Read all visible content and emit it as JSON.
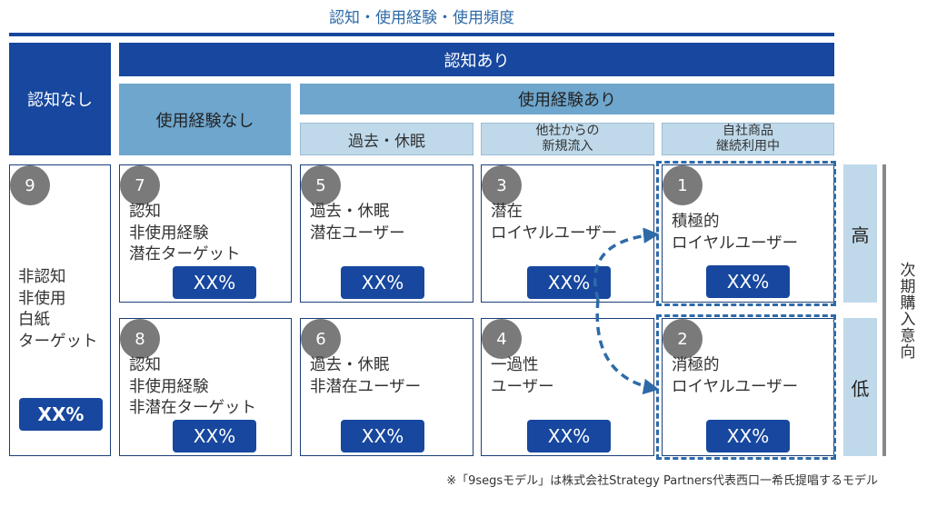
{
  "title": "認知・使用経験・使用頻度",
  "headers": {
    "no_awareness": "認知なし",
    "awareness": "認知あり",
    "no_experience": "使用経験なし",
    "experience": "使用経験あり",
    "past_dormant": "過去・休眠",
    "from_competitor": "他社からの\n新規流入",
    "continuing": "自社商品\n継続利用中"
  },
  "segments": {
    "s9": {
      "num": "9",
      "label": "非認知\n非使用\n白紙\nターゲット",
      "value": "XX%"
    },
    "s7": {
      "num": "7",
      "label": "認知\n非使用経験\n潜在ターゲット",
      "value": "XX%"
    },
    "s5": {
      "num": "5",
      "label": "過去・休眠\n潜在ユーザー",
      "value": "XX%"
    },
    "s3": {
      "num": "3",
      "label": "潜在\nロイヤルユーザー",
      "value": "XX%"
    },
    "s1": {
      "num": "1",
      "label": "積極的\nロイヤルユーザー",
      "value": "XX%"
    },
    "s8": {
      "num": "8",
      "label": "認知\n非使用経験\n非潜在ターゲット",
      "value": "XX%"
    },
    "s6": {
      "num": "6",
      "label": "過去・休眠\n非潜在ユーザー",
      "value": "XX%"
    },
    "s4": {
      "num": "4",
      "label": "一過性\nユーザー",
      "value": "XX%"
    },
    "s2": {
      "num": "2",
      "label": "消極的\nロイヤルユーザー",
      "value": "XX%"
    }
  },
  "side": {
    "high": "高",
    "low": "低",
    "axis_label": "次期購入意向"
  },
  "colors": {
    "dark_blue": "#17479e",
    "mid_blue": "#6ea6cd",
    "light_blue": "#bfd9ea",
    "dashed_blue": "#2e6aa8",
    "badge_gray": "#7a7a7a"
  },
  "footnote": "※「9segsモデル」は株式会社Strategy Partners代表西口一希氏提唱するモデル"
}
